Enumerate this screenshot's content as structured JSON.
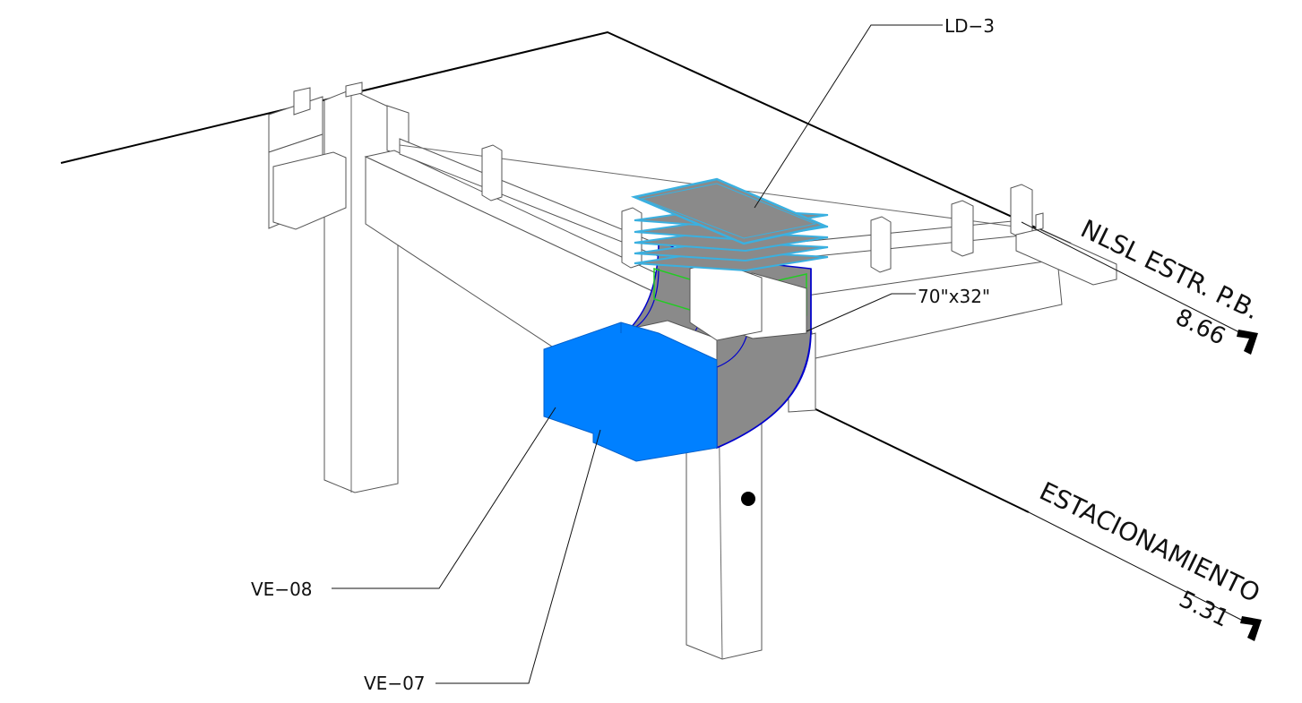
{
  "labels": {
    "grille": "LD−3",
    "duct_size": "70\"x32\"",
    "duct_1": "VE−08",
    "duct_2": "VE−07"
  },
  "levels": [
    {
      "name": "NLSL ESTR. P.B.",
      "elevation": "8.66"
    },
    {
      "name": "ESTACIONAMIENTO",
      "elevation": "5.31"
    }
  ],
  "colors": {
    "duct_blue": "#0080ff",
    "duct_gray": "#8a8a8a",
    "grille_outline": "#3ab0e0",
    "green_outline": "#22cc22",
    "elbow_stroke": "#0000cc",
    "lines": "#000000"
  }
}
